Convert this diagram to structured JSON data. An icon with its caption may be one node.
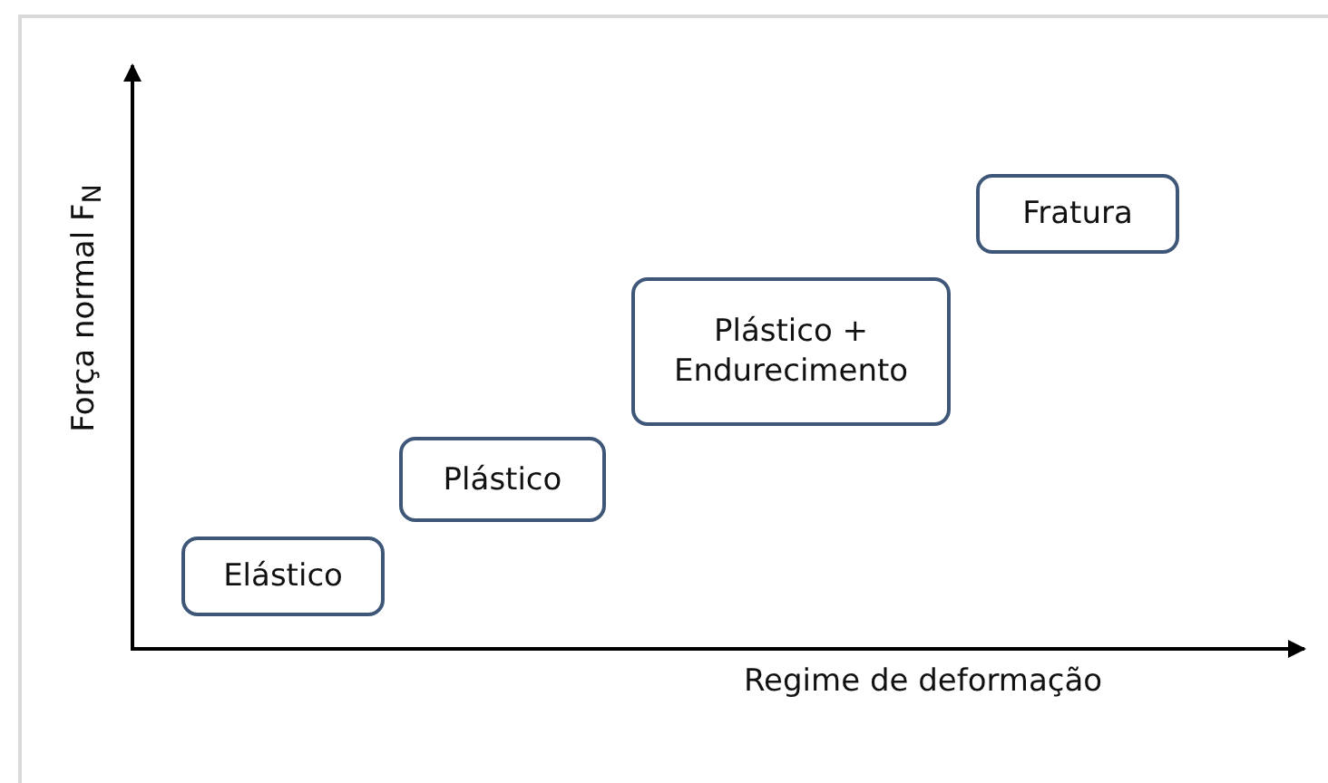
{
  "diagram": {
    "nodes": [
      {
        "text": [
          "Elástico"
        ]
      },
      {
        "text": [
          "Plástico"
        ]
      },
      {
        "text": [
          "Plástico + Endurecimento"
        ]
      },
      {
        "text": [
          "Fratura"
        ]
      }
    ],
    "labels": [
      "Força normal F$_{N}$",
      "Regime de deformação"
    ]
  }
}
